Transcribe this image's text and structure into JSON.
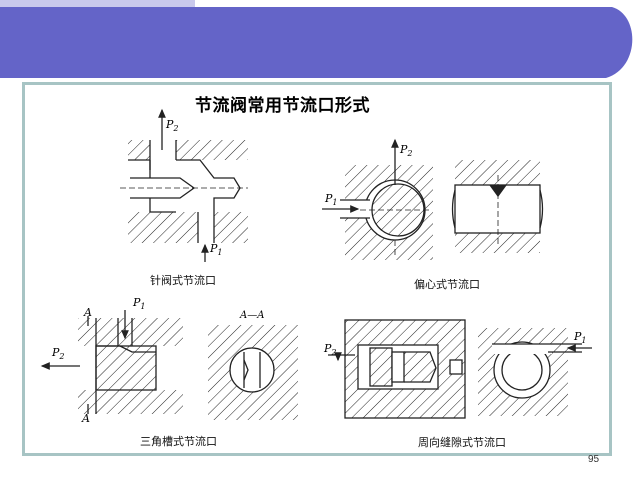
{
  "slide": {
    "title": "节流阀常用节流口形式",
    "page_number": "95"
  },
  "diagrams": [
    {
      "caption": "针阀式节流口",
      "labels": [
        "P2",
        "P1"
      ]
    },
    {
      "caption": "偏心式节流口",
      "labels": [
        "P2",
        "P1"
      ]
    },
    {
      "caption": "三角槽式节流口",
      "labels": [
        "A",
        "P1",
        "P2",
        "A",
        "A—A"
      ]
    },
    {
      "caption": "周向缝隙式节流口",
      "labels": [
        "P2",
        "P1"
      ]
    }
  ],
  "colors": {
    "header_band": "#6464c8",
    "frame_border": "#a7c4c4",
    "line": "#222222"
  }
}
